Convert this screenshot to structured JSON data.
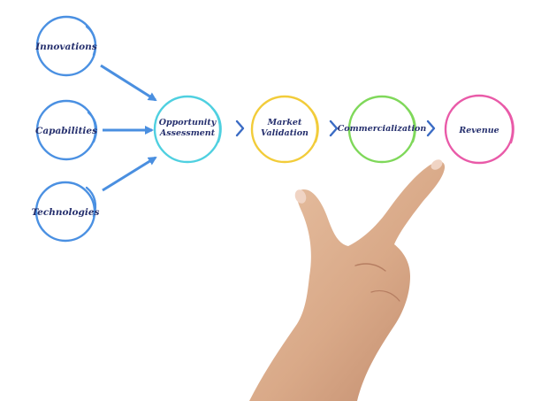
{
  "diagram": {
    "inputs": [
      {
        "label": "Innovations",
        "color": "#4a90e2"
      },
      {
        "label": "Capabilities",
        "color": "#4a90e2"
      },
      {
        "label": "Technologies",
        "color": "#4a90e2"
      }
    ],
    "stages": [
      {
        "lines": [
          "Opportunity",
          "Assessment"
        ],
        "color": "#4fd0e0"
      },
      {
        "lines": [
          "Market",
          "Validation"
        ],
        "color": "#f2cc3a"
      },
      {
        "lines": [
          "Commercialization"
        ],
        "color": "#7fd85a"
      },
      {
        "lines": [
          "Revenue"
        ],
        "color": "#e95aa8"
      }
    ],
    "arrow_color": "#4a8fe0",
    "chevron_color": "#3a6bc4",
    "text_color": "#26306e",
    "hand_skin_color": "#dcae8c"
  }
}
